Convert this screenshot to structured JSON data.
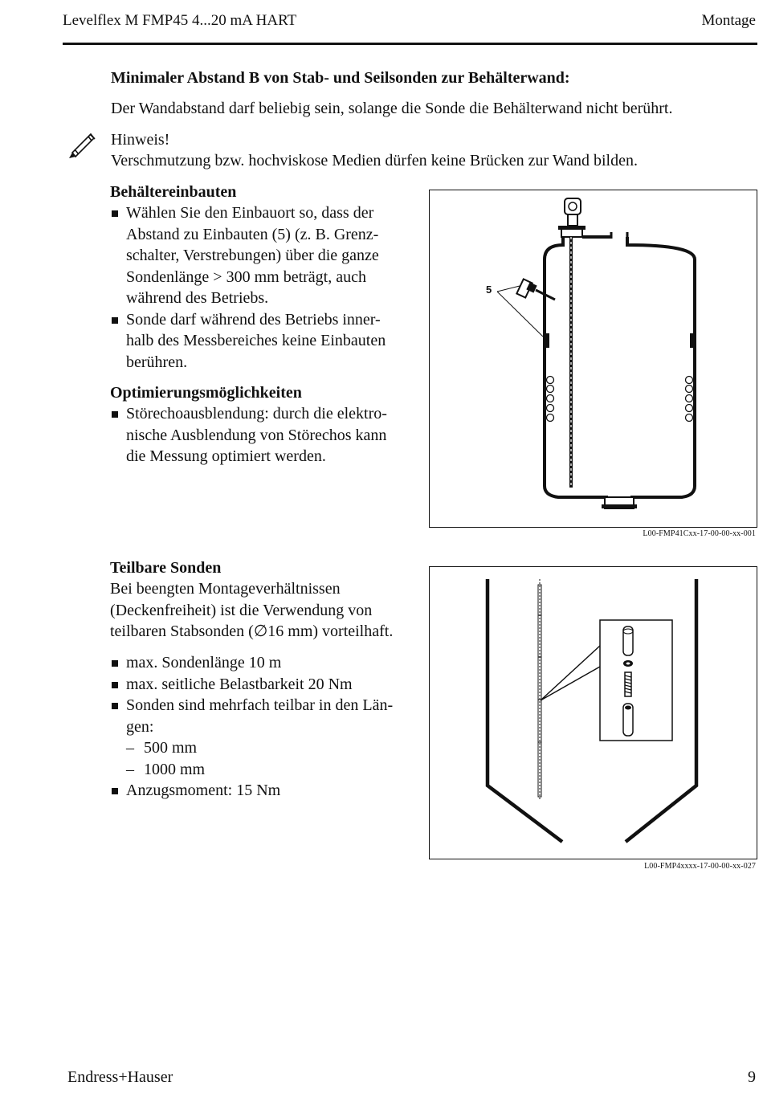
{
  "header": {
    "left": "Levelflex M FMP45 4...20 mA HART",
    "right": "Montage"
  },
  "section1": {
    "heading": "Minimaler Abstand B von Stab- und Seilsonden zur Behälterwand:",
    "text": "Der Wandabstand darf beliebig sein, solange die Sonde die Behälterwand nicht berührt."
  },
  "note": {
    "icon": "pencil-icon",
    "title": "Hinweis!",
    "text": "Verschmutzung bzw. hochviskose Medien dürfen keine Brücken zur Wand bilden."
  },
  "behaelter": {
    "heading": "Behältereinbauten",
    "bullets": [
      [
        "Wählen Sie den Einbauort so, dass der",
        "Abstand zu Einbauten (5) (z. B. Grenz-",
        "schalter, Verstrebungen) über die ganze",
        "Sondenlänge > 300 mm beträgt, auch",
        "während des Betriebs."
      ],
      [
        "Sonde darf während des Betriebs inner-",
        "halb des Messbereiches keine Einbauten",
        "berühren."
      ]
    ]
  },
  "optimierung": {
    "heading": "Optimierungsmöglichkeiten",
    "bullets": [
      [
        "Störechoausblendung: durch die elektro-",
        "nische Ausblendung von Störechos kann",
        "die Messung optimiert werden."
      ]
    ]
  },
  "figure1": {
    "label": "5",
    "caption": "L00-FMP41Cxx-17-00-00-xx-001"
  },
  "teilbar": {
    "heading": "Teilbare Sonden",
    "intro": [
      "Bei beengten Montageverhältnissen",
      "(Deckenfreiheit) ist die Verwendung von",
      "teilbaren Stabsonden (∅16 mm) vorteilhaft."
    ],
    "bullets": [
      "max. Sondenlänge 10 m",
      "max. seitliche Belastbarkeit 20 Nm",
      "Sonden sind mehrfach teilbar in den Län-",
      "gen:"
    ],
    "dashes": [
      "500 mm",
      "1000 mm"
    ],
    "last_bullet": "Anzugsmoment: 15 Nm"
  },
  "figure2": {
    "caption": "L00-FMP4xxxx-17-00-00-xx-027"
  },
  "footer": {
    "left": "Endress+Hauser",
    "right": "9"
  }
}
